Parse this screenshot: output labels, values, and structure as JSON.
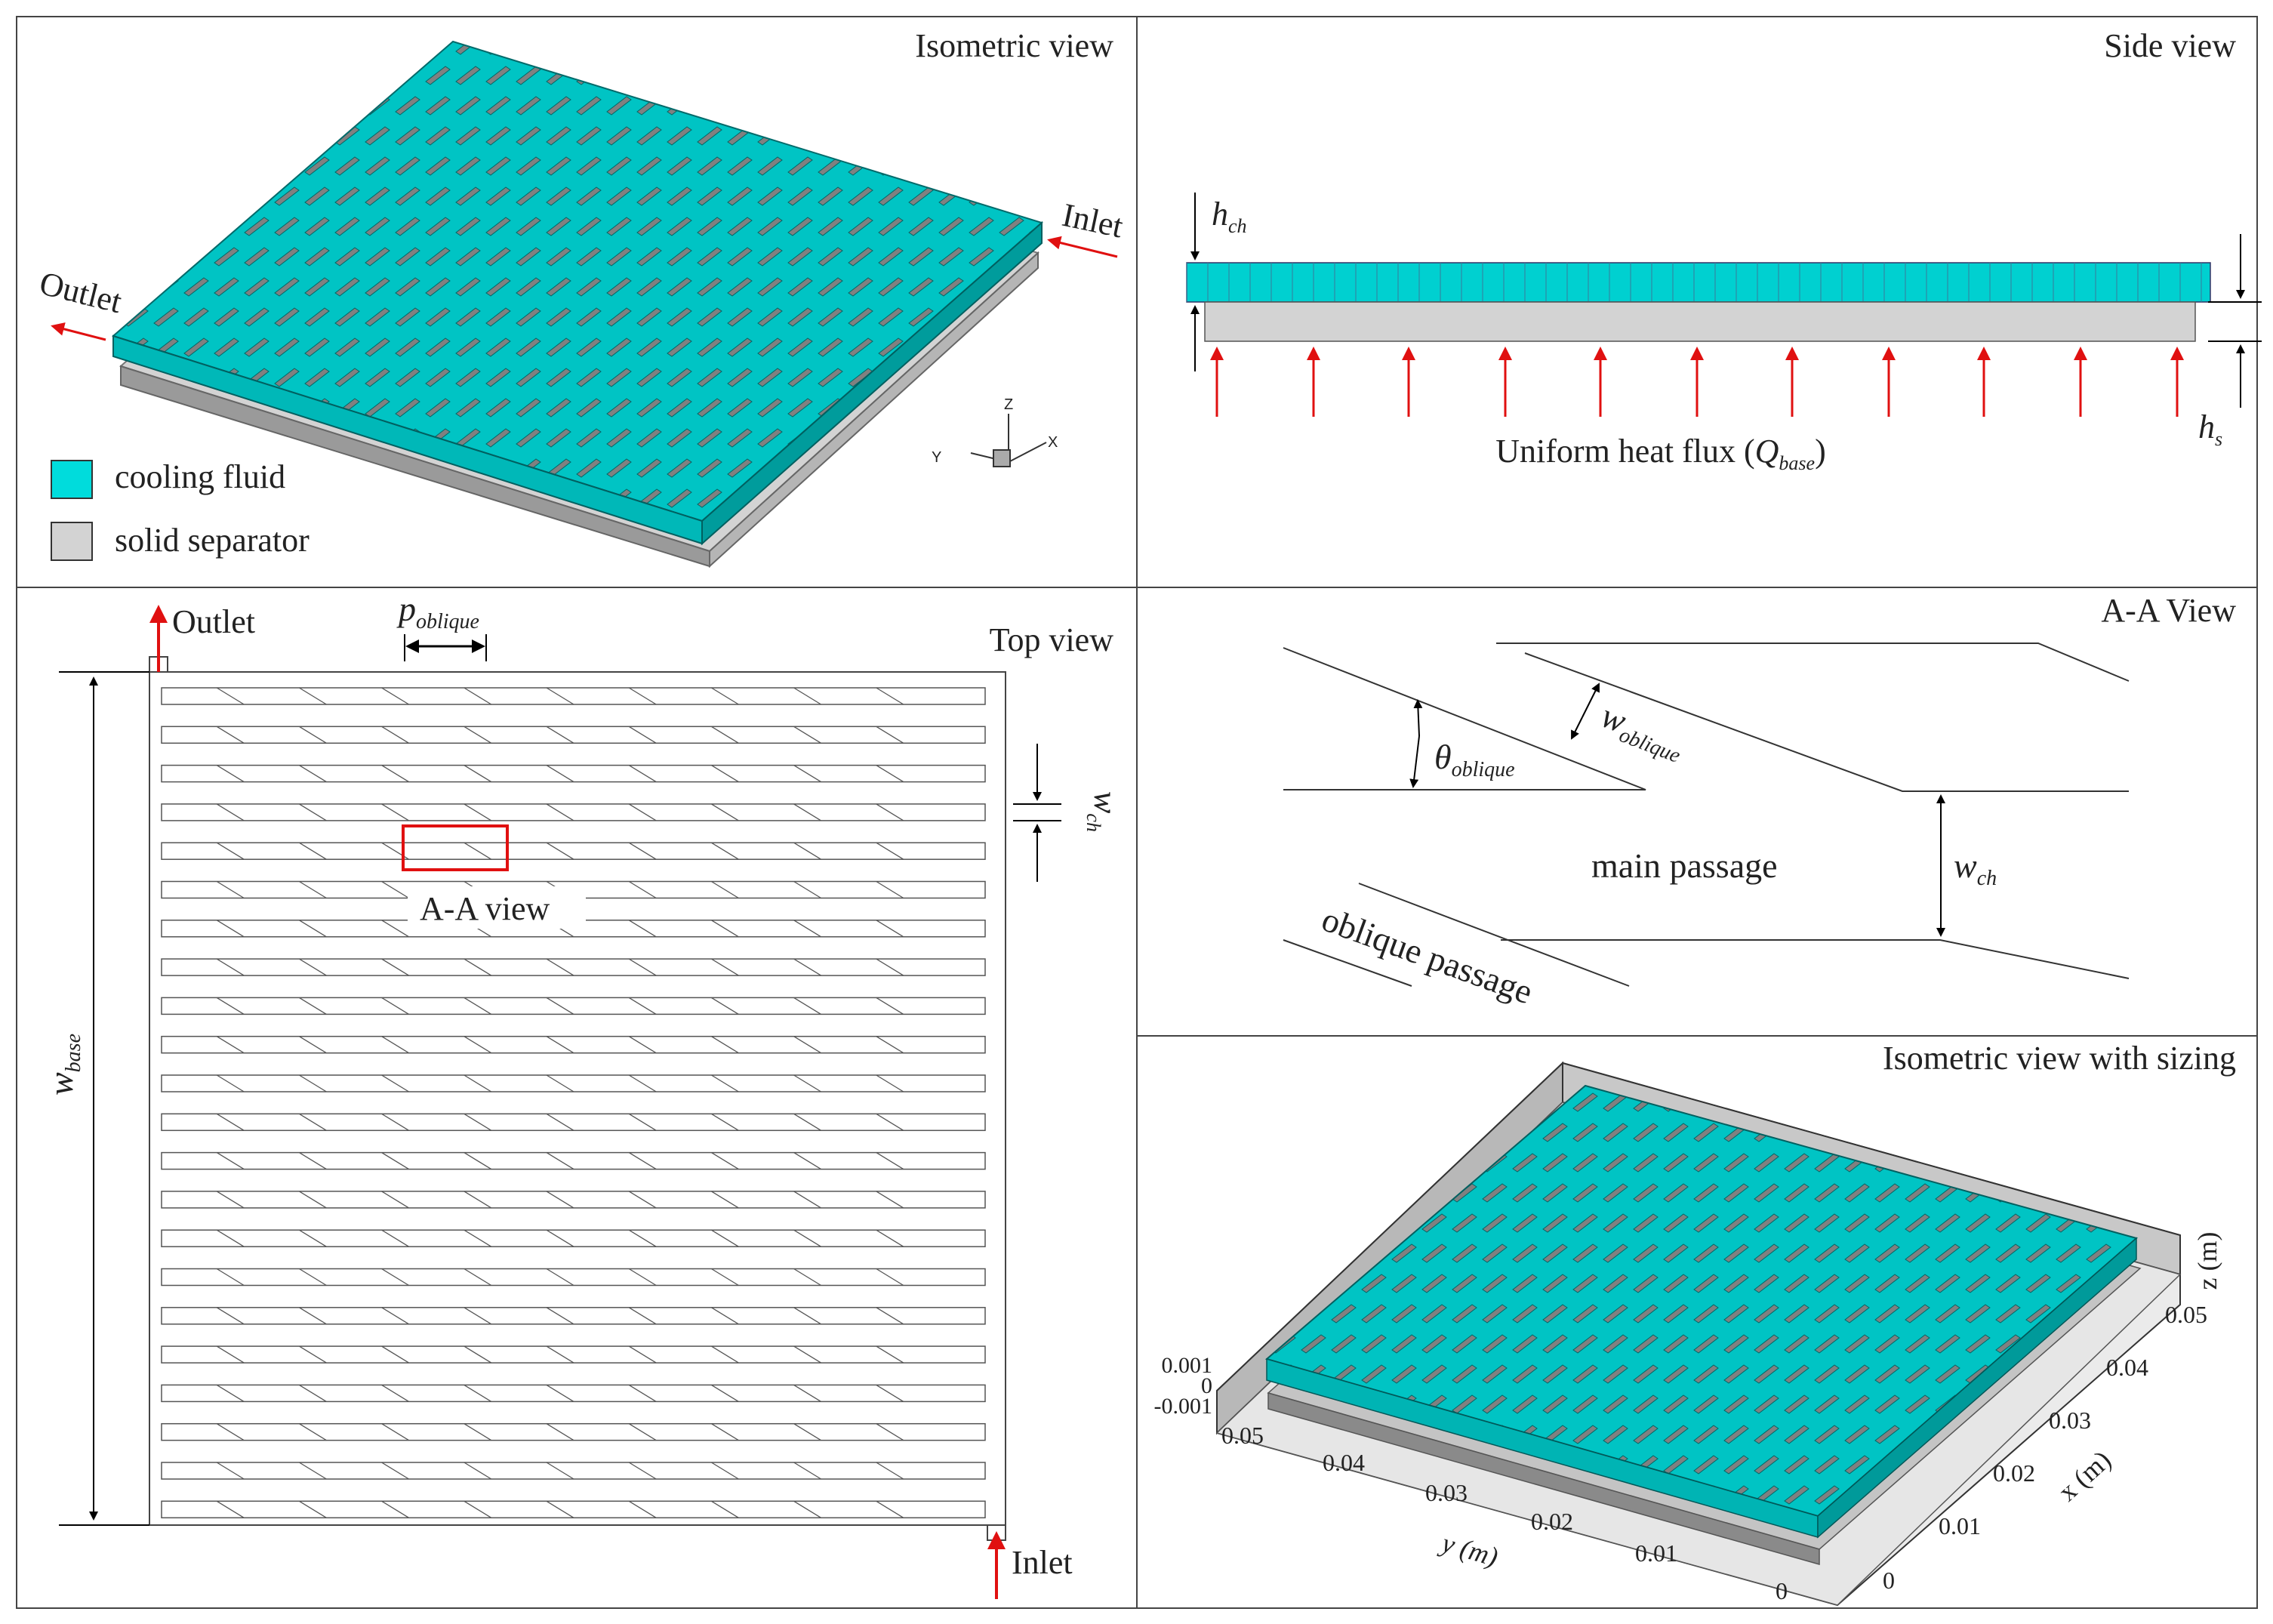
{
  "panels": {
    "iso": {
      "title": "Isometric view",
      "inlet": "Inlet",
      "outlet": "Outlet",
      "legend": [
        {
          "label": "cooling fluid",
          "color": "#00d0d0"
        },
        {
          "label": "solid separator",
          "color": "#d3d3d3"
        }
      ],
      "axes": {
        "x": "X",
        "y": "Y",
        "z": "Z"
      }
    },
    "side": {
      "title": "Side view",
      "h_ch": {
        "main": "h",
        "sub": "ch"
      },
      "h_s": {
        "main": "h",
        "sub": "s"
      },
      "flux_prefix": "Uniform heat flux (",
      "flux_sym": {
        "main": "Q",
        "sub": "base"
      },
      "flux_suffix": ")"
    },
    "top": {
      "title": "Top view",
      "outlet": "Outlet",
      "inlet": "Inlet",
      "p_oblique": {
        "main": "p",
        "sub": "oblique"
      },
      "w_ch": {
        "main": "w",
        "sub": "ch"
      },
      "w_base": {
        "main": "w",
        "sub": "base"
      },
      "aa_label": "A-A view"
    },
    "aa": {
      "title": "A-A View",
      "theta": {
        "main": "θ",
        "sub": "oblique"
      },
      "w_oblique": {
        "main": "w",
        "sub": "oblique"
      },
      "main_passage": "main passage",
      "w_ch": {
        "main": "w",
        "sub": "ch"
      },
      "oblique_passage": "oblique passage"
    },
    "sizing": {
      "title": "Isometric view with sizing",
      "z_label": "z (m)",
      "x_label": "x (m)",
      "y_label": "y (m)",
      "z_ticks": [
        "0.001",
        "0",
        "-0.001"
      ],
      "y_ticks": [
        "0.05",
        "0.04",
        "0.03",
        "0.02",
        "0.01",
        "0"
      ],
      "x_ticks": [
        "0.05",
        "0.04",
        "0.03",
        "0.02",
        "0.01",
        "0"
      ]
    }
  },
  "colors": {
    "fluid": "#00c8c8",
    "fluid_dark": "#009a9a",
    "solid": "#d3d3d3",
    "arrow": "#e01010"
  }
}
